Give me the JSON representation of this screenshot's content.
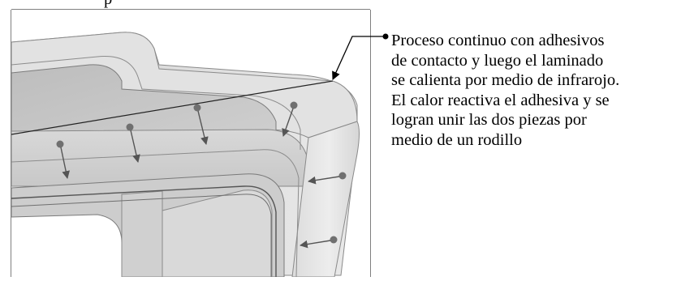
{
  "figure": {
    "top_cut_text": "p",
    "caption_lines": [
      "Proceso continuo con adhesivos",
      "de contacto y luego el laminado",
      "se calienta por medio de infrarojo.",
      "El calor reactiva el adhesiva y se",
      "logran unir las dos piezas por",
      "medio de un rodillo"
    ]
  }
}
